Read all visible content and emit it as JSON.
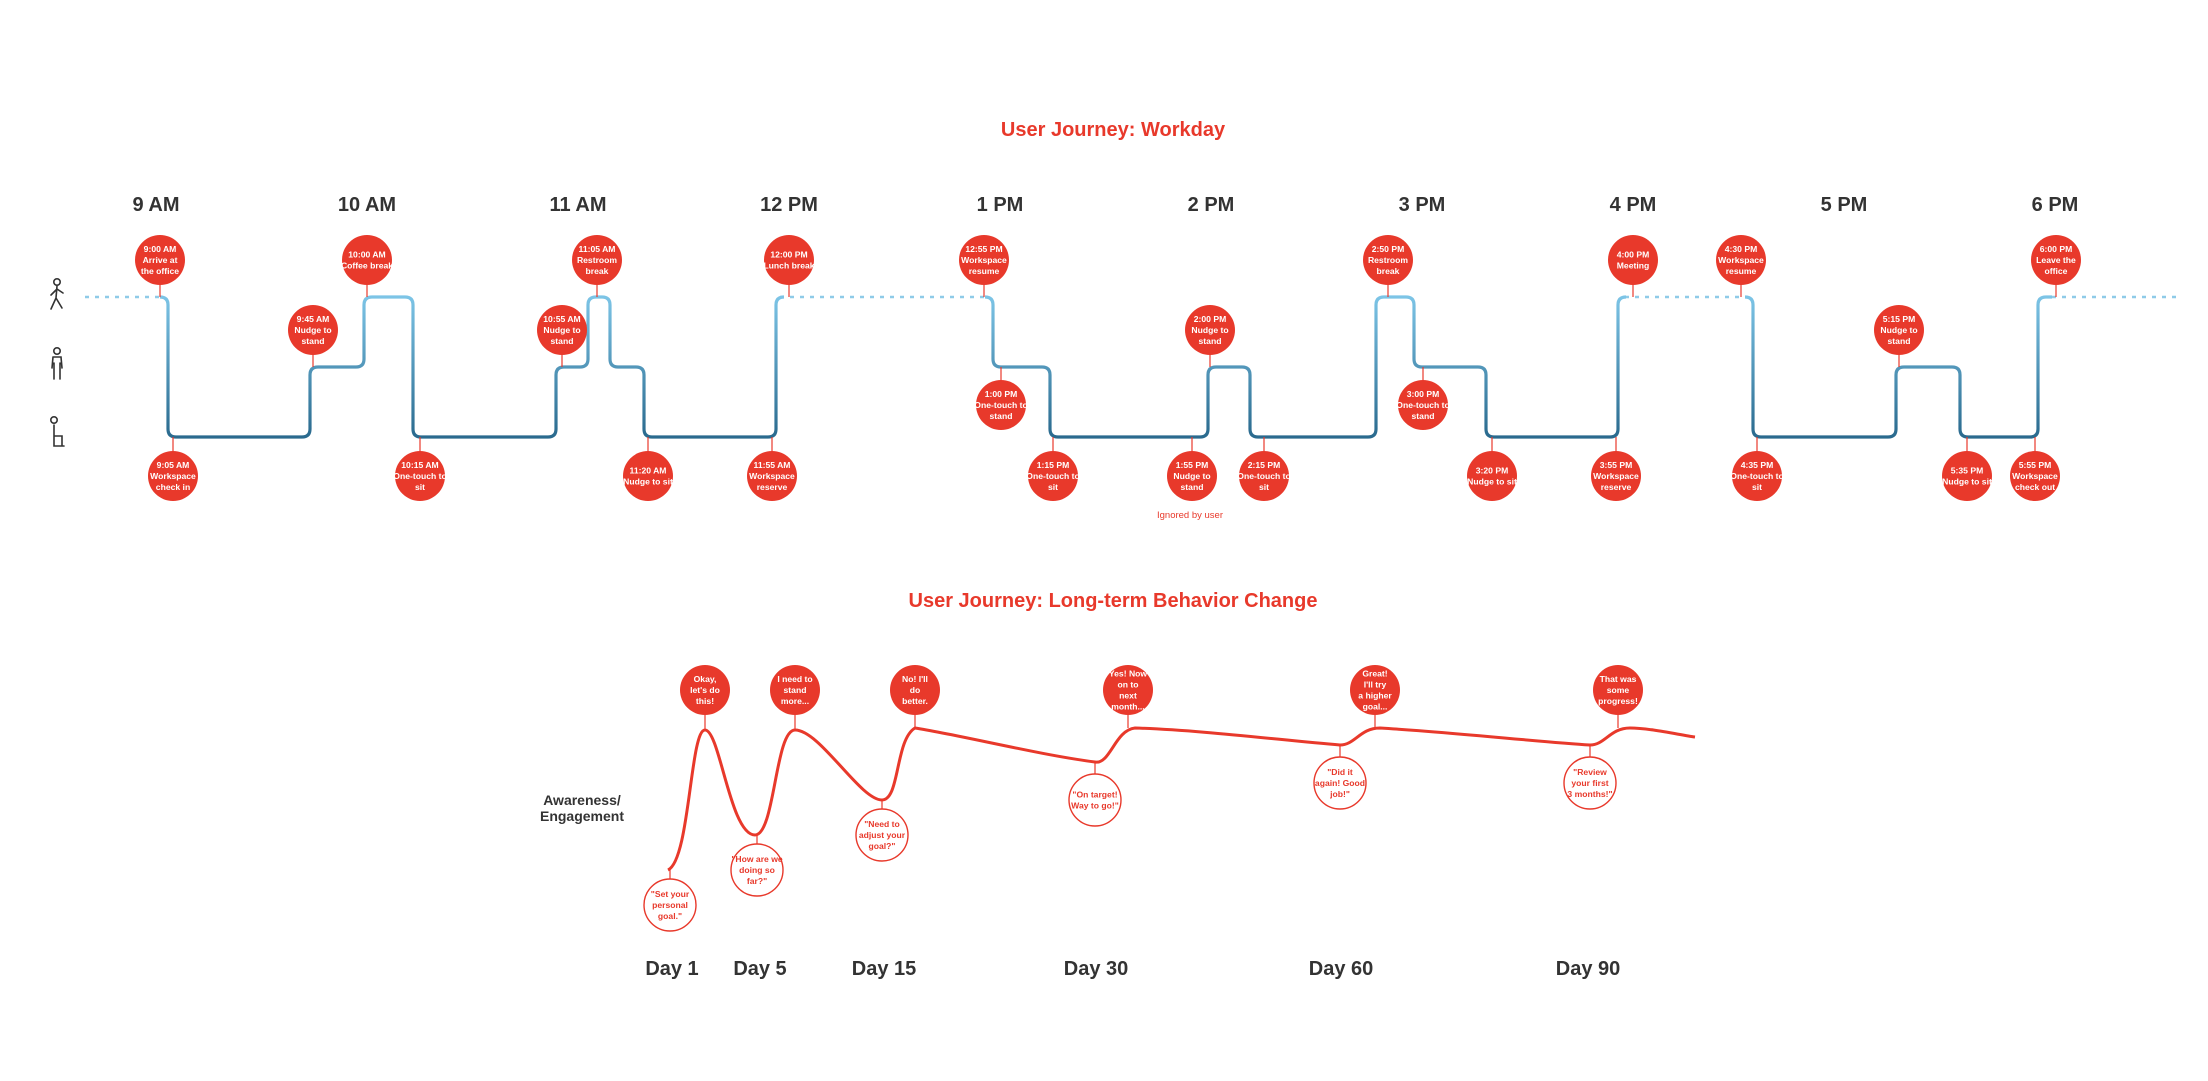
{
  "workday": {
    "title": "User Journey: Workday",
    "hours": [
      "9 AM",
      "10 AM",
      "11 AM",
      "12 PM",
      "1 PM",
      "2 PM",
      "3 PM",
      "4 PM",
      "5 PM",
      "6 PM"
    ],
    "postures": [
      "walking-icon",
      "standing-icon",
      "sitting-icon"
    ],
    "top_events": [
      {
        "time": "9:00 AM",
        "label": "Arrive at the office"
      },
      {
        "time": "9:45 AM",
        "label": "Nudge to stand"
      },
      {
        "time": "10:00 AM",
        "label": "Coffee break"
      },
      {
        "time": "10:55 AM",
        "label": "Nudge to stand"
      },
      {
        "time": "11:05 AM",
        "label": "Restroom break"
      },
      {
        "time": "12:00 PM",
        "label": "Lunch break"
      },
      {
        "time": "12:55 PM",
        "label": "Workspace resume"
      },
      {
        "time": "2:00 PM",
        "label": "Nudge to stand"
      },
      {
        "time": "2:50 PM",
        "label": "Restroom break"
      },
      {
        "time": "4:00 PM",
        "label": "Meeting"
      },
      {
        "time": "4:30 PM",
        "label": "Workspace resume"
      },
      {
        "time": "5:15 PM",
        "label": "Nudge to stand"
      },
      {
        "time": "6:00 PM",
        "label": "Leave the office"
      }
    ],
    "bottom_events": [
      {
        "time": "9:05 AM",
        "label": "Workspace check in"
      },
      {
        "time": "10:15 AM",
        "label": "One-touch to sit"
      },
      {
        "time": "11:20 AM",
        "label": "Nudge to sit"
      },
      {
        "time": "11:55 AM",
        "label": "Workspace reserve"
      },
      {
        "time": "1:00 PM",
        "label": "One-touch to stand"
      },
      {
        "time": "1:15 PM",
        "label": "One-touch to sit"
      },
      {
        "time": "1:55 PM",
        "label": "Nudge to stand"
      },
      {
        "time": "2:15 PM",
        "label": "One-touch to sit"
      },
      {
        "time": "3:00 PM",
        "label": "One-touch to stand"
      },
      {
        "time": "3:20 PM",
        "label": "Nudge to sit"
      },
      {
        "time": "3:55 PM",
        "label": "Workspace reserve"
      },
      {
        "time": "4:35 PM",
        "label": "One-touch to sit"
      },
      {
        "time": "5:35 PM",
        "label": "Nudge to sit"
      },
      {
        "time": "5:55 PM",
        "label": "Workspace check out"
      }
    ],
    "ignored_note": "Ignored by user"
  },
  "longterm": {
    "title": "User Journey: Long-term Behavior Change",
    "ylabel_line1": "Awareness/",
    "ylabel_line2": "Engagement",
    "days": [
      "Day 1",
      "Day 5",
      "Day 15",
      "Day 30",
      "Day 60",
      "Day 90"
    ],
    "user_thoughts": [
      "Okay, let's do this!",
      "I need to stand more...",
      "No! I'll do better.",
      "Yes! Now on to next month...",
      "Great! I'll try a higher goal...",
      "That was some progress!"
    ],
    "app_messages": [
      "\"Set your personal goal.\"",
      "\"How are we doing so far?\"",
      "\"Need to adjust your goal?\"",
      "\"On target! Way to go!\"",
      "\"Did it again! Good job!\"",
      "\"Review your first 3 months!\""
    ]
  },
  "colors": {
    "accent": "#e8392b",
    "line_light": "#7cc4e6",
    "line_dark": "#2a6a8e",
    "text_dark": "#333333"
  }
}
